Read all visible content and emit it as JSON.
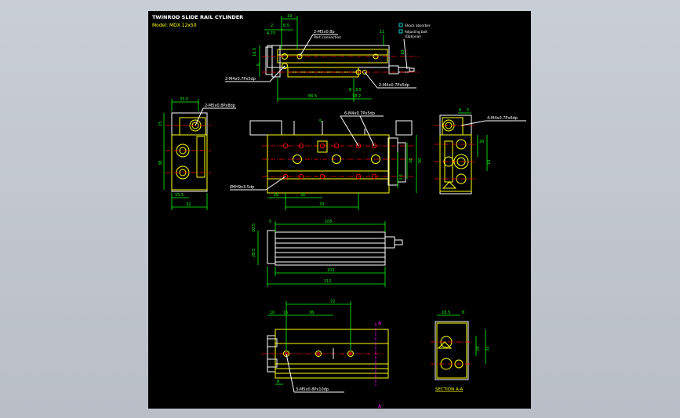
{
  "title": {
    "line1": "TWINROD SLIDE RAIL CYLINDER",
    "line2": "Model: MDX 12x50"
  },
  "top_view": {
    "callouts": {
      "m5": "2-M5x0.8p",
      "port_connection": "Port connection",
      "m4_left": "2-M4x0.7Px5dp",
      "m4_right": "2-M4x0.7Px5dp",
      "shock_absorber": "Shock absorber",
      "adjusting_bolt": "Adjusting bolt",
      "optional": "(Optional)"
    },
    "dims": {
      "d19": "19",
      "d2": "2",
      "d6_5": "6.5",
      "d4_75": "4.75",
      "d10_5": "10.5",
      "d6": "6",
      "d11": "11",
      "d10": "10",
      "d66_5": "66.5",
      "d18_2": "18.2",
      "d8_2": "8",
      "d3_5": "3.5"
    }
  },
  "left_view": {
    "dims": {
      "d33_5": "33.5",
      "d15": "15",
      "d38": "38",
      "d15_5": "15.5",
      "d32": "32"
    },
    "callouts": {
      "m5": "2-M5x0.8Px8dp"
    }
  },
  "front_view": {
    "callouts": {
      "m4": "6-M4x0.7Px5dp",
      "hole": "Ø4H9x3.5dp"
    },
    "dims": {
      "d5": "5",
      "d16": "16",
      "d35": "35",
      "d70": "70",
      "d3_5": "3.5",
      "d28": "28",
      "d50": "50"
    }
  },
  "right_view": {
    "callouts": {
      "m4": "4-M4x0.7Px6dp"
    },
    "dims": {
      "d9": "9",
      "d5": "5",
      "d20": "20",
      "d10": "10"
    }
  },
  "side_view": {
    "dims": {
      "d5": "5",
      "d105": "105",
      "d10_5": "10.5",
      "d28_5": "28.5",
      "d102": "102",
      "d112": "112"
    }
  },
  "bottom_view": {
    "dims": {
      "d72": "72",
      "d10": "10",
      "d15": "15",
      "d36": "36",
      "d8": "8"
    },
    "section_label": "A",
    "callouts": {
      "m5": "3-M5x0.8Px10dp"
    }
  },
  "section_view": {
    "label": "SECTION A-A",
    "dims": {
      "d18_5": "18.5",
      "d8": "8",
      "d24": "24",
      "d32": "32"
    }
  },
  "colors": {
    "background": "#000000",
    "yellow": "#ffff00",
    "white": "#ffffff",
    "green": "#00ff00",
    "red": "#ff0000",
    "cyan": "#00ffff",
    "magenta": "#ff00ff"
  }
}
